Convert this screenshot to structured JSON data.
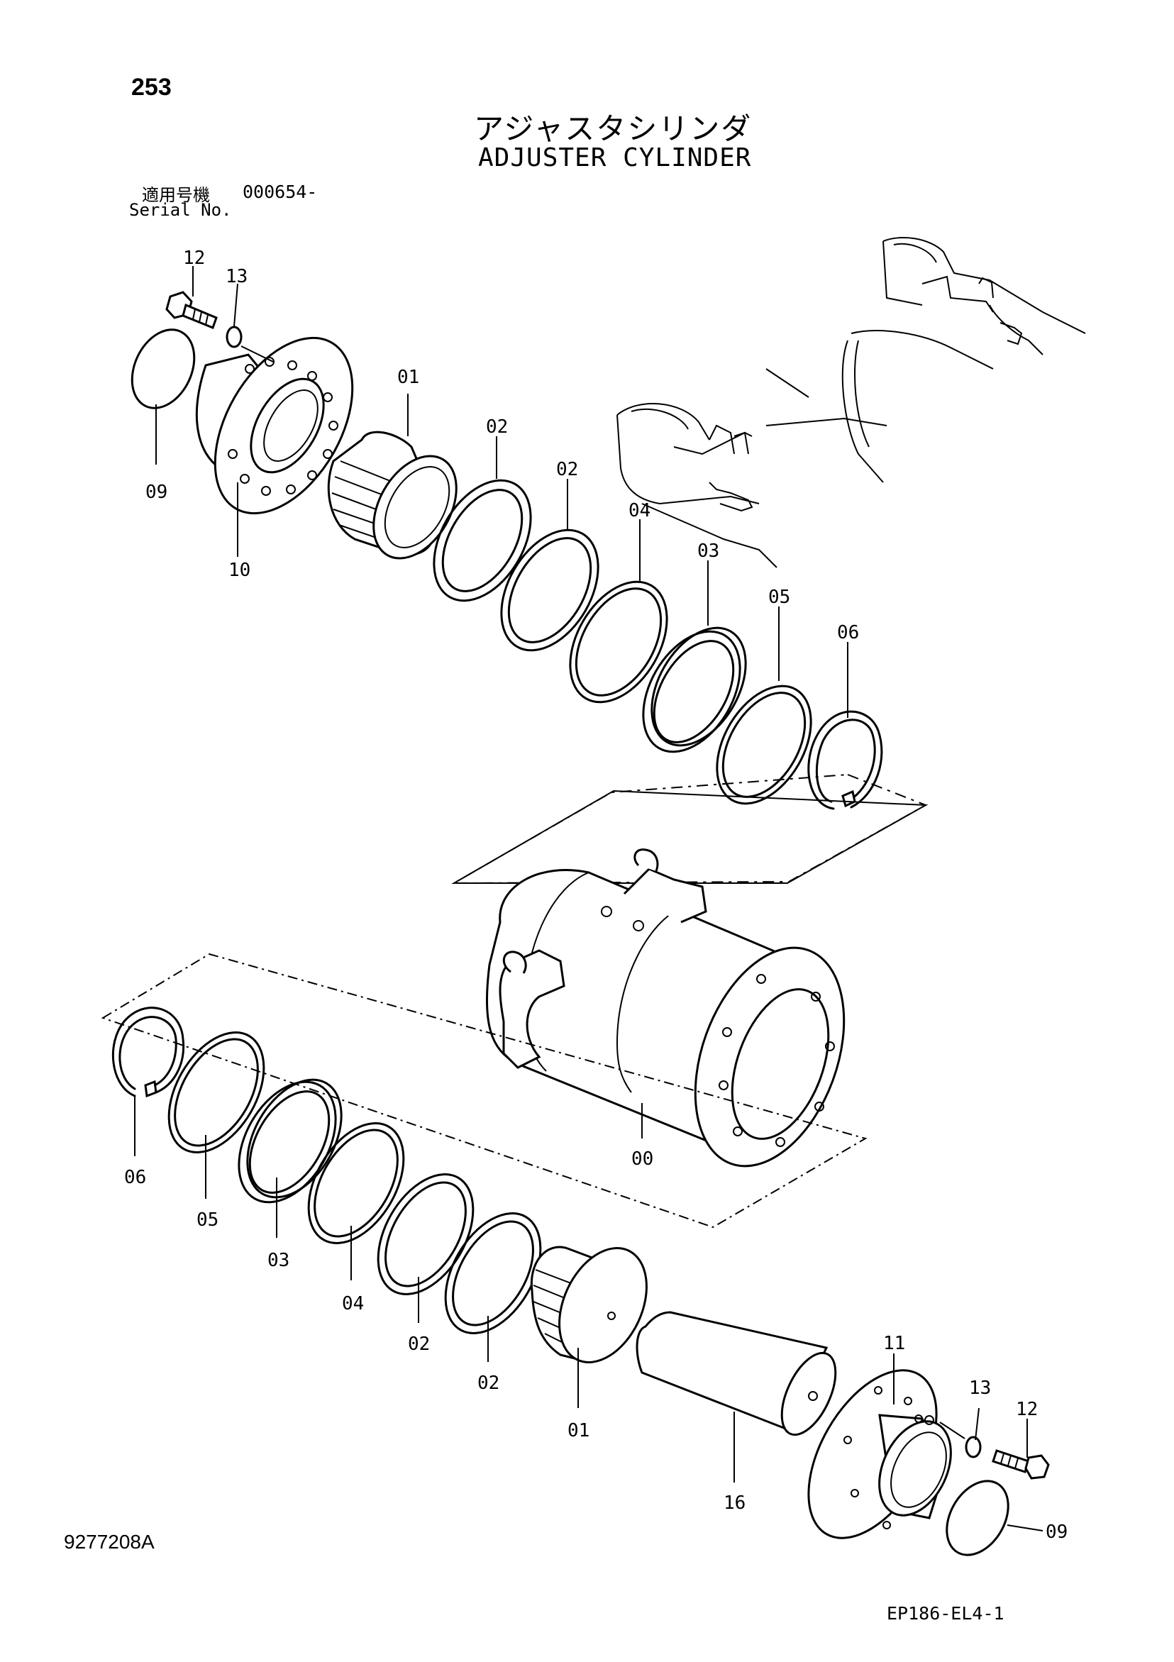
{
  "header": {
    "page_number": "253",
    "title_jp": "アジャスタシリンダ",
    "title_en": "ADJUSTER CYLINDER",
    "serial_label_jp": "適用号機",
    "serial_value": "000654-",
    "serial_label_en": "Serial No."
  },
  "footer": {
    "drawing_number": "9277208A",
    "sheet_code": "EP186-EL4-1"
  },
  "callouts": {
    "upper": {
      "c12": "12",
      "c13": "13",
      "c09": "09",
      "c10": "10",
      "c01": "01",
      "c02a": "02",
      "c02b": "02",
      "c04": "04",
      "c03": "03",
      "c05": "05",
      "c06": "06"
    },
    "middle": {
      "c00": "00"
    },
    "lower": {
      "c06": "06",
      "c05": "05",
      "c03": "03",
      "c04": "04",
      "c02a": "02",
      "c02b": "02",
      "c01": "01",
      "c16": "16",
      "c11": "11",
      "c13": "13",
      "c12": "12",
      "c09": "09"
    }
  }
}
